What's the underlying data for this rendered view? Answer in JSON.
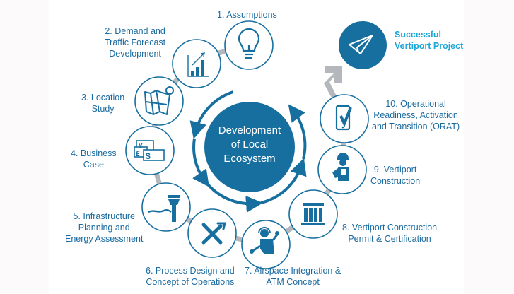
{
  "diagram": {
    "center": {
      "label": "Development of Local Ecosystem",
      "line1": "Development",
      "line2": "of Local",
      "line3": "Ecosystem"
    },
    "steps": [
      {
        "number": 1,
        "lines": [
          "1. Assumptions"
        ],
        "icon": "lightbulb-icon"
      },
      {
        "number": 2,
        "lines": [
          "2. Demand and",
          "Traffic Forecast",
          "Development"
        ],
        "icon": "bar-chart-trend-icon"
      },
      {
        "number": 3,
        "lines": [
          "3. Location",
          "Study"
        ],
        "icon": "map-pin-icon"
      },
      {
        "number": 4,
        "lines": [
          "4. Business",
          "Case"
        ],
        "icon": "currency-notes-icon"
      },
      {
        "number": 5,
        "lines": [
          "5. Infrastructure",
          "Planning and",
          "Energy Assessment"
        ],
        "icon": "control-tower-icon"
      },
      {
        "number": 6,
        "lines": [
          "6. Process Design and",
          "Concept of Operations"
        ],
        "icon": "tools-icon"
      },
      {
        "number": 7,
        "lines": [
          "7. Airspace Integration &",
          "ATM Concept"
        ],
        "icon": "air-traffic-controller-icon"
      },
      {
        "number": 8,
        "lines": [
          "8. Vertiport Construction",
          "Permit & Certification"
        ],
        "icon": "government-building-icon"
      },
      {
        "number": 9,
        "lines": [
          "9. Vertiport",
          "Construction"
        ],
        "icon": "construction-worker-icon"
      },
      {
        "number": 10,
        "lines": [
          "10. Operational",
          "Readiness, Activation",
          "and Transition (ORAT)"
        ],
        "icon": "tablet-check-icon"
      }
    ],
    "outcome": {
      "lines": [
        "Successful",
        "Vertiport Project"
      ],
      "icon": "paper-plane-icon"
    },
    "colors": {
      "primary": "#176fa0",
      "label": "#1a6aa0",
      "success_label": "#1ba7d8",
      "connector": "#b4b8bc",
      "background": "#ffffff",
      "side_background": "#fcfafa"
    }
  }
}
